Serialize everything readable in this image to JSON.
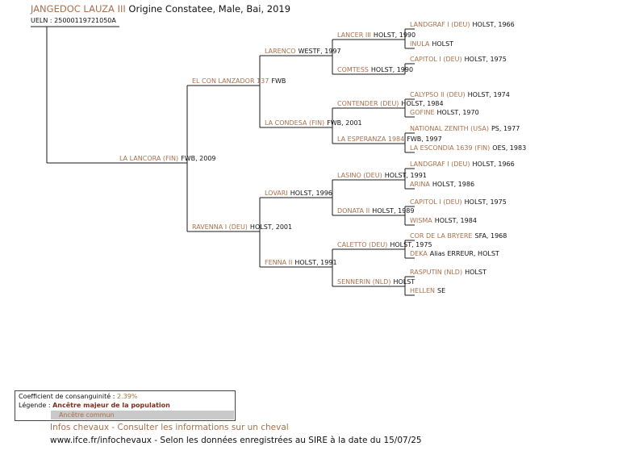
{
  "header": {
    "title_name": "JANGEDOC LAUZA III",
    "title_rest": " Origine Constatee, Male, Bai, 2019",
    "ueln_label": "UELN : ",
    "ueln_value": "25000119721050A"
  },
  "pedigree": {
    "nodes": [
      {
        "gen": 1,
        "name": "LA LANCORA (FIN)",
        "info": "FWB, 2009"
      },
      {
        "gen": 2,
        "name": "EL CON LANZADOR 137",
        "info": "FWB"
      },
      {
        "gen": 2,
        "name": "RAVENNA I (DEU)",
        "info": "HOLST, 2001"
      },
      {
        "gen": 3,
        "name": "LARENCO",
        "info": "WESTF, 1997"
      },
      {
        "gen": 3,
        "name": "LA CONDESA (FIN)",
        "info": "FWB, 2001"
      },
      {
        "gen": 3,
        "name": "LOVARI",
        "info": "HOLST, 1996"
      },
      {
        "gen": 3,
        "name": "FENNA II",
        "info": "HOLST, 1991"
      },
      {
        "gen": 4,
        "name": "LANCER III",
        "info": "HOLST, 1990"
      },
      {
        "gen": 4,
        "name": "COMTESS",
        "info": "HOLST, 1990"
      },
      {
        "gen": 4,
        "name": "CONTENDER (DEU)",
        "info": "HOLST, 1984"
      },
      {
        "gen": 4,
        "name": "LA ESPERANZA 1984",
        "info": "FWB, 1997"
      },
      {
        "gen": 4,
        "name": "LASINO (DEU)",
        "info": "HOLST, 1991"
      },
      {
        "gen": 4,
        "name": "DONATA II",
        "info": "HOLST, 1989"
      },
      {
        "gen": 4,
        "name": "CALETTO (DEU)",
        "info": "HOLST, 1975"
      },
      {
        "gen": 4,
        "name": "SENNERIN (NLD)",
        "info": "HOLST"
      },
      {
        "gen": 5,
        "name": "LANDGRAF I (DEU)",
        "info": "HOLST, 1966"
      },
      {
        "gen": 5,
        "name": "INULA",
        "info": "HOLST"
      },
      {
        "gen": 5,
        "name": "CAPITOL I (DEU)",
        "info": "HOLST, 1975"
      },
      {
        "gen": 5,
        "name": "CALYPSO II (DEU)",
        "info": "HOLST, 1974"
      },
      {
        "gen": 5,
        "name": "GOFINE",
        "info": "HOLST, 1970"
      },
      {
        "gen": 5,
        "name": "NATIONAL ZENITH (USA)",
        "info": "PS, 1977"
      },
      {
        "gen": 5,
        "name": "LA ESCONDIA 1639 (FIN)",
        "info": "OES, 1983"
      },
      {
        "gen": 5,
        "name": "LANDGRAF I (DEU)",
        "info": "HOLST, 1966"
      },
      {
        "gen": 5,
        "name": "ARINA",
        "info": "HOLST, 1986"
      },
      {
        "gen": 5,
        "name": "CAPITOL I (DEU)",
        "info": "HOLST, 1975"
      },
      {
        "gen": 5,
        "name": "WISMA",
        "info": "HOLST, 1984"
      },
      {
        "gen": 5,
        "name": "COR DE LA BRYERE",
        "info": "SFA, 1968"
      },
      {
        "gen": 5,
        "name": "DEKA",
        "info": "Alias ERREUR, HOLST"
      },
      {
        "gen": 5,
        "name": "RASPUTIN (NLD)",
        "info": "HOLST"
      },
      {
        "gen": 5,
        "name": "HELLEN",
        "info": "SE"
      }
    ]
  },
  "legend": {
    "consanguinity_label": "Coefficient de consanguinité : ",
    "consanguinity_value": "2.39%",
    "legend_label": "Légende : ",
    "major_ancestor": "Ancêtre majeur de la population",
    "common_ancestor": "Ancêtre commun"
  },
  "footer": {
    "link": "Infos chevaux - Consulter les informations sur un cheval",
    "info": "www.ifce.fr/infochevaux - Selon les données enregistrées au SIRE à la date du 15/07/25"
  },
  "colors": {
    "ancestor_name": "#a9704c",
    "major_ancestor": "#7d2e1d",
    "common_ancestor_bg": "#c9c9c9",
    "text": "#111111"
  }
}
